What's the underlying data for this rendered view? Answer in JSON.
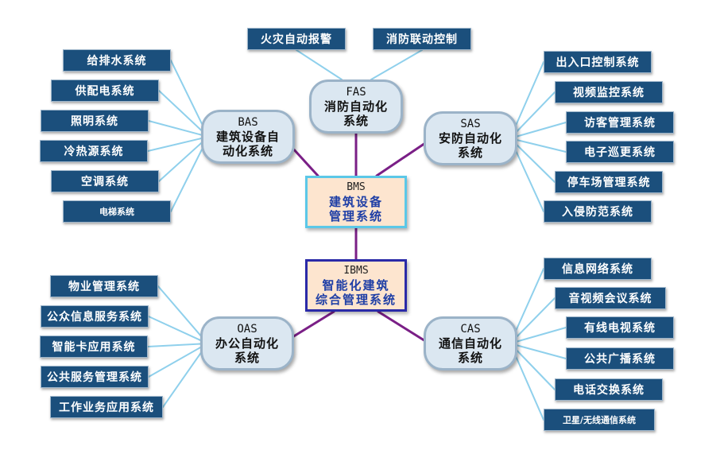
{
  "core": {
    "bms": {
      "abbr": "BMS",
      "line1": "建筑设备",
      "line2": "管理系统"
    },
    "ibms": {
      "abbr": "IBMS",
      "line1": "智能化建筑",
      "line2": "综合管理系统"
    }
  },
  "hubs": {
    "fas": {
      "abbr": "FAS",
      "line1": "消防自动化",
      "line2": "系统"
    },
    "bas": {
      "abbr": "BAS",
      "line1": "建筑设备自",
      "line2": "动化系统"
    },
    "sas": {
      "abbr": "SAS",
      "line1": "安防自动化",
      "line2": "系统"
    },
    "oas": {
      "abbr": "OAS",
      "line1": "办公自动化",
      "line2": "系统"
    },
    "cas": {
      "abbr": "CAS",
      "line1": "通信自动化",
      "line2": "系统"
    }
  },
  "leaves": {
    "fas": [
      "火灾自动报警",
      "消防联动控制"
    ],
    "bas": [
      "给排水系统",
      "供配电系统",
      "照明系统",
      "冷热源系统",
      "空调系统",
      "电梯系统"
    ],
    "sas": [
      "出入口控制系统",
      "视频监控系统",
      "访客管理系统",
      "电子巡更系统",
      "停车场管理系统",
      "入侵防范系统"
    ],
    "oas": [
      "物业管理系统",
      "公众信息服务系统",
      "智能卡应用系统",
      "公共服务管理系统",
      "工作业务应用系统"
    ],
    "cas": [
      "信息网络系统",
      "音视频会议系统",
      "有线电视系统",
      "公共广播系统",
      "电话交换系统",
      "卫星/无线通信系统"
    ]
  },
  "colors": {
    "leaf_fill": "#1b4f7c",
    "hub_fill": "#dbe7f1",
    "hub_border": "#9bb3c8",
    "core_fill": "#fde5cf",
    "bms_border": "#5bc8e8",
    "ibms_border": "#2a2aa8",
    "core_text": "#1f3fa6",
    "trunk_line": "#7a1f86",
    "branch_line": "#8fd0ec"
  }
}
